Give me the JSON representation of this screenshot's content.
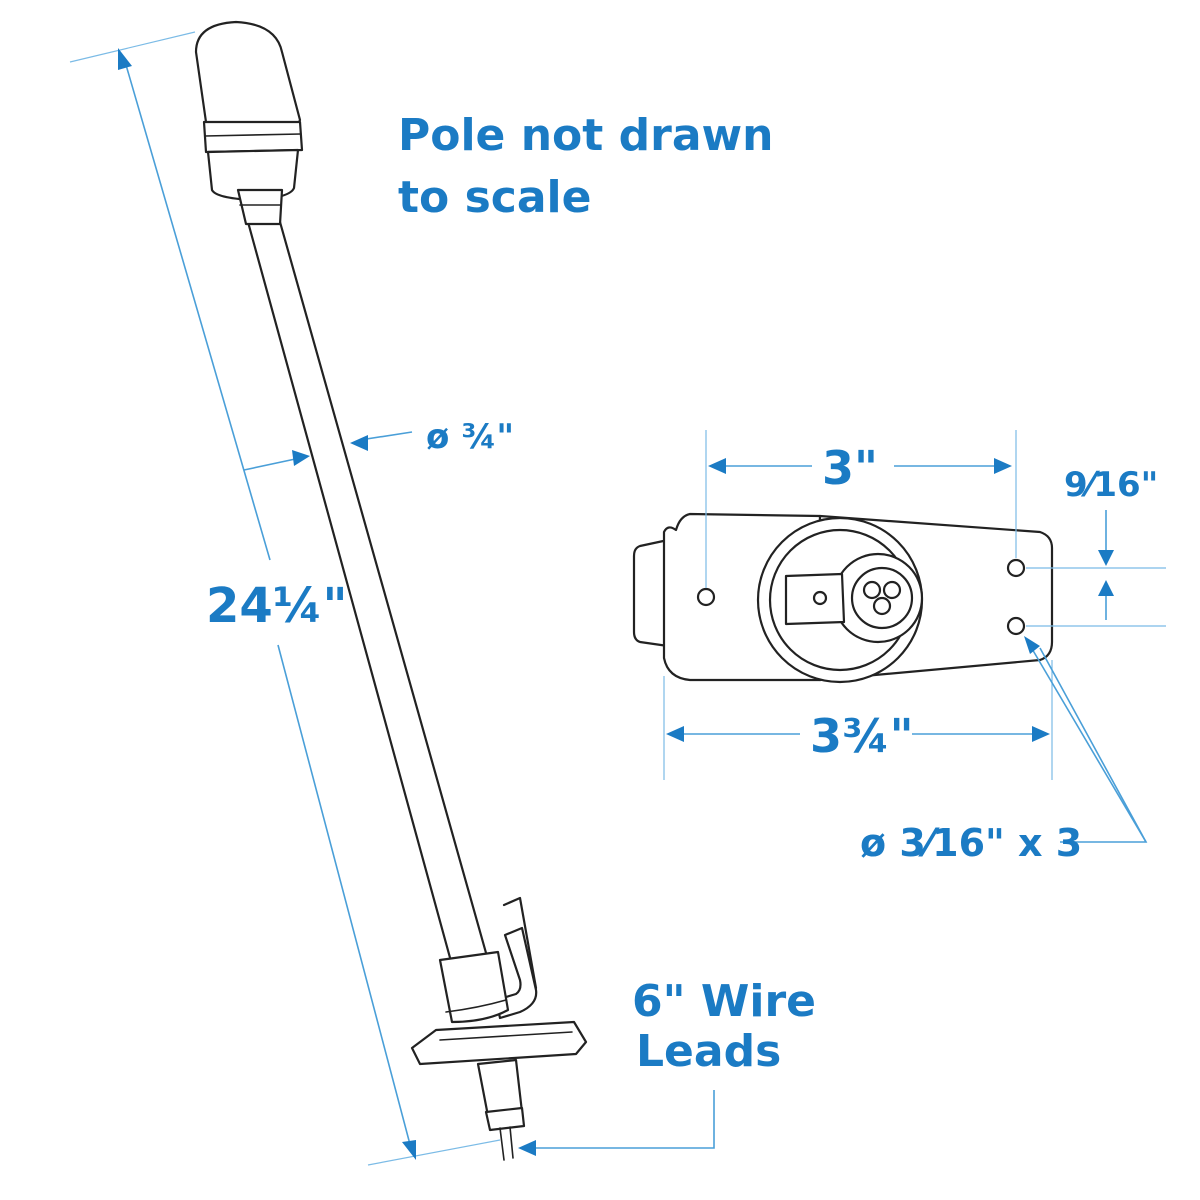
{
  "notes": {
    "pole_line1": "Pole not drawn",
    "pole_line2": "to scale"
  },
  "dimensions": {
    "pole_length": "24¼\"",
    "pole_diameter": "ø ¾\"",
    "hole_spacing_long": "3\"",
    "base_length": "3¾\"",
    "hole_spacing_short": "9⁄16\"",
    "mount_holes": "ø 3⁄16\" x 3"
  },
  "wire": {
    "line1": "6\" Wire",
    "line2": "Leads"
  },
  "colors": {
    "accent": "#1b7bc4",
    "ink": "#222222"
  }
}
